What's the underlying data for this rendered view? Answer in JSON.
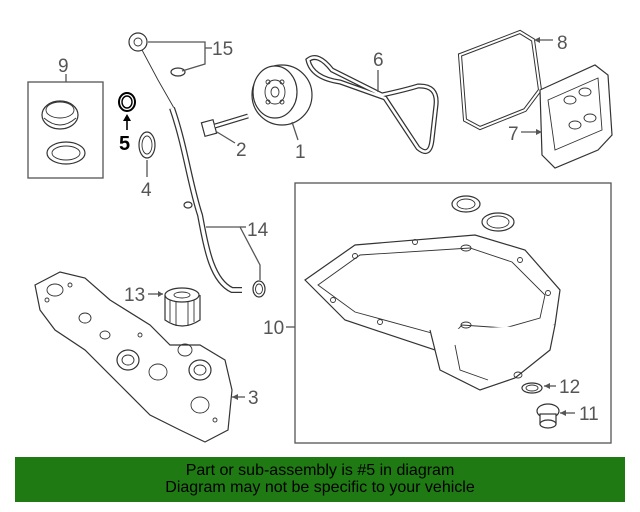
{
  "diagram": {
    "highlight_color": "#000000",
    "callout_color": "#555555",
    "callouts": [
      {
        "id": "1",
        "label": "1"
      },
      {
        "id": "2",
        "label": "2"
      },
      {
        "id": "3",
        "label": "3"
      },
      {
        "id": "4",
        "label": "4"
      },
      {
        "id": "5",
        "label": "5",
        "highlighted": true
      },
      {
        "id": "6",
        "label": "6"
      },
      {
        "id": "7",
        "label": "7"
      },
      {
        "id": "8",
        "label": "8"
      },
      {
        "id": "9",
        "label": "9"
      },
      {
        "id": "10",
        "label": "10"
      },
      {
        "id": "11",
        "label": "11"
      },
      {
        "id": "12",
        "label": "12"
      },
      {
        "id": "13",
        "label": "13"
      },
      {
        "id": "14",
        "label": "14"
      },
      {
        "id": "15",
        "label": "15"
      }
    ]
  },
  "banner": {
    "line1": "Part or sub-assembly is #5 in diagram",
    "line2": "Diagram may not be specific to your vehicle",
    "background": "#1f7a13"
  }
}
